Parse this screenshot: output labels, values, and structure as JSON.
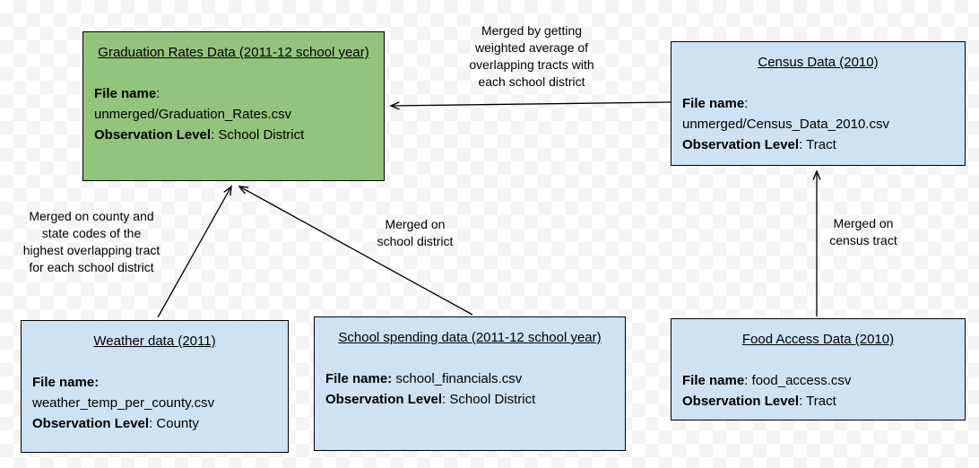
{
  "diagram": {
    "background": {
      "checker_light": "#ffffff",
      "checker_dark": "#f4f4f4"
    },
    "colors": {
      "graduation_fill": "#93c47d",
      "dataset_fill": "#cfe2f3",
      "border": "#000000",
      "text": "#000000"
    }
  },
  "nodes": {
    "graduation": {
      "title": "Graduation Rates Data (2011-12 school year)",
      "file_label": "File name",
      "file_sep": ":",
      "file_value": "unmerged/Graduation_Rates.csv",
      "obs_label": "Observation Level",
      "obs_sep": ": ",
      "obs_value": "School District"
    },
    "census": {
      "title": "Census Data (2010)",
      "file_label": "File name",
      "file_sep": ":",
      "file_value": "unmerged/Census_Data_2010.csv",
      "obs_label": "Observation Level",
      "obs_sep": ": ",
      "obs_value": "Tract"
    },
    "weather": {
      "title": "Weather data (2011)",
      "file_label": "File name:",
      "file_sep": "",
      "file_value": "weather_temp_per_county.csv",
      "obs_label": "Observation Level",
      "obs_sep": ": ",
      "obs_value": "County"
    },
    "school_spending": {
      "title": "School spending data (2011-12 school year)",
      "file_label": "File name:",
      "file_sep": " ",
      "file_value": "school_financials.csv",
      "obs_label": "Observation Level",
      "obs_sep": ": ",
      "obs_value": "School District"
    },
    "food_access": {
      "title": "Food Access Data (2010)",
      "file_label": "File name",
      "file_sep": ": ",
      "file_value": "food_access.csv",
      "obs_label": "Observation Level",
      "obs_sep": ": ",
      "obs_value": "Tract"
    }
  },
  "edges": {
    "census_to_graduation": {
      "label": "Merged by getting\nweighted average of\noverlapping tracts with\neach school district"
    },
    "weather_to_graduation": {
      "label": "Merged on county and\nstate codes of the\nhighest overlapping tract\nfor each school district"
    },
    "school_to_graduation": {
      "label": "Merged on\nschool district"
    },
    "food_to_census": {
      "label": "Merged on\ncensus tract"
    }
  }
}
